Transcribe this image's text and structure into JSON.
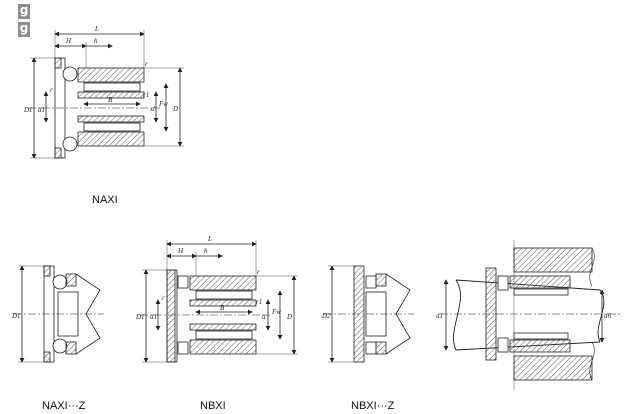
{
  "badges": [
    "g",
    "g"
  ],
  "captions": {
    "naxi": "NAXI",
    "naxi_z": "NAXI···Z",
    "nbxi": "NBXI",
    "nbxi_z": "NBXI···Z"
  },
  "dims": {
    "L": "L",
    "H": "H",
    "h": "h",
    "r": "r",
    "r1": "r1",
    "B": "B",
    "d": "d",
    "Fw": "Fw",
    "D": "D",
    "D1": "D1",
    "d1": "d1",
    "D2": "D2",
    "d6": "d6"
  },
  "colors": {
    "line": "#222222",
    "hatch": "#555555",
    "ball": "#ffffff"
  }
}
